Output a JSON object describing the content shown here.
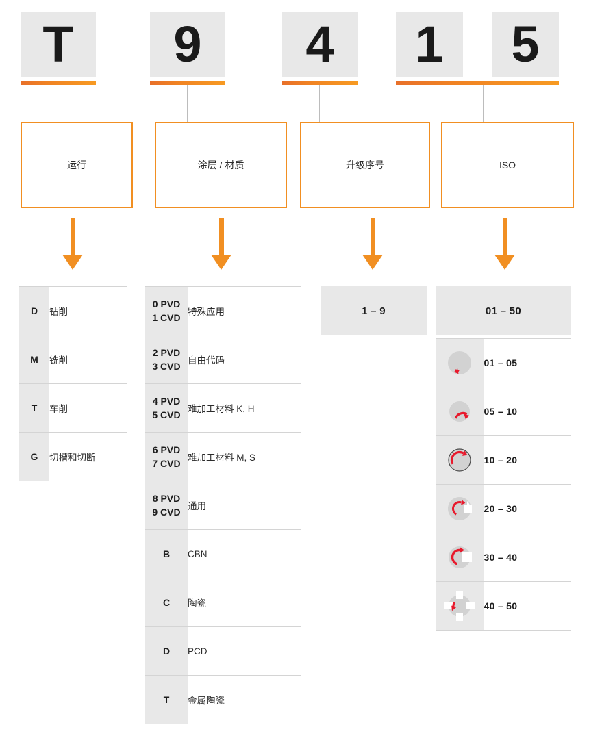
{
  "theme": {
    "accent_orange": "#F18F22",
    "rule_orange_dark": "#E8702A",
    "chip_grey": "#E8E8E8",
    "arrow_red": "#E8192C",
    "line_grey": "#D4D4D4"
  },
  "code": {
    "characters": [
      {
        "char": "T",
        "group": "operation"
      },
      {
        "char": "9",
        "group": "coating"
      },
      {
        "char": "4",
        "group": "upgrade"
      },
      {
        "char": "1",
        "group": "iso"
      },
      {
        "char": "5",
        "group": "iso"
      }
    ]
  },
  "groups": [
    {
      "id": "operation",
      "label": "运行"
    },
    {
      "id": "coating",
      "label": "涂层 / 材质"
    },
    {
      "id": "upgrade",
      "label": "升级序号"
    },
    {
      "id": "iso",
      "label": "ISO"
    }
  ],
  "operation_table": {
    "rows": [
      {
        "key": "D",
        "value": "钻削"
      },
      {
        "key": "M",
        "value": "铣削"
      },
      {
        "key": "T",
        "value": "车削"
      },
      {
        "key": "G",
        "value": "切槽和切断"
      }
    ]
  },
  "coating_table": {
    "rows": [
      {
        "key_line1": "0 PVD",
        "key_line2": "1 CVD",
        "value": "特殊应用"
      },
      {
        "key_line1": "2 PVD",
        "key_line2": "3 CVD",
        "value": "自由代码"
      },
      {
        "key_line1": "4 PVD",
        "key_line2": "5 CVD",
        "value": "难加工材料 K, H"
      },
      {
        "key_line1": "6 PVD",
        "key_line2": "7 CVD",
        "value": "难加工材料 M, S"
      },
      {
        "key_line1": "8 PVD",
        "key_line2": "9 CVD",
        "value": "通用"
      },
      {
        "key_line1": "B",
        "key_line2": "",
        "value": "CBN"
      },
      {
        "key_line1": "C",
        "key_line2": "",
        "value": "陶瓷"
      },
      {
        "key_line1": "D",
        "key_line2": "",
        "value": "PCD"
      },
      {
        "key_line1": "T",
        "key_line2": "",
        "value": "金属陶瓷"
      }
    ]
  },
  "upgrade_box": {
    "range": "1 – 9"
  },
  "iso_table": {
    "header": "01 – 50",
    "rows": [
      {
        "icon": "wear-ring-full-icon",
        "range": "01 – 05"
      },
      {
        "icon": "wear-ring-three-quarter-icon",
        "range": "05 – 10"
      },
      {
        "icon": "wear-ring-outline-icon",
        "range": "10 – 20"
      },
      {
        "icon": "wear-notch-small-icon",
        "range": "20 – 30"
      },
      {
        "icon": "wear-notch-medium-icon",
        "range": "30 – 40"
      },
      {
        "icon": "wear-notch-large-icon",
        "range": "40 – 50"
      }
    ]
  }
}
